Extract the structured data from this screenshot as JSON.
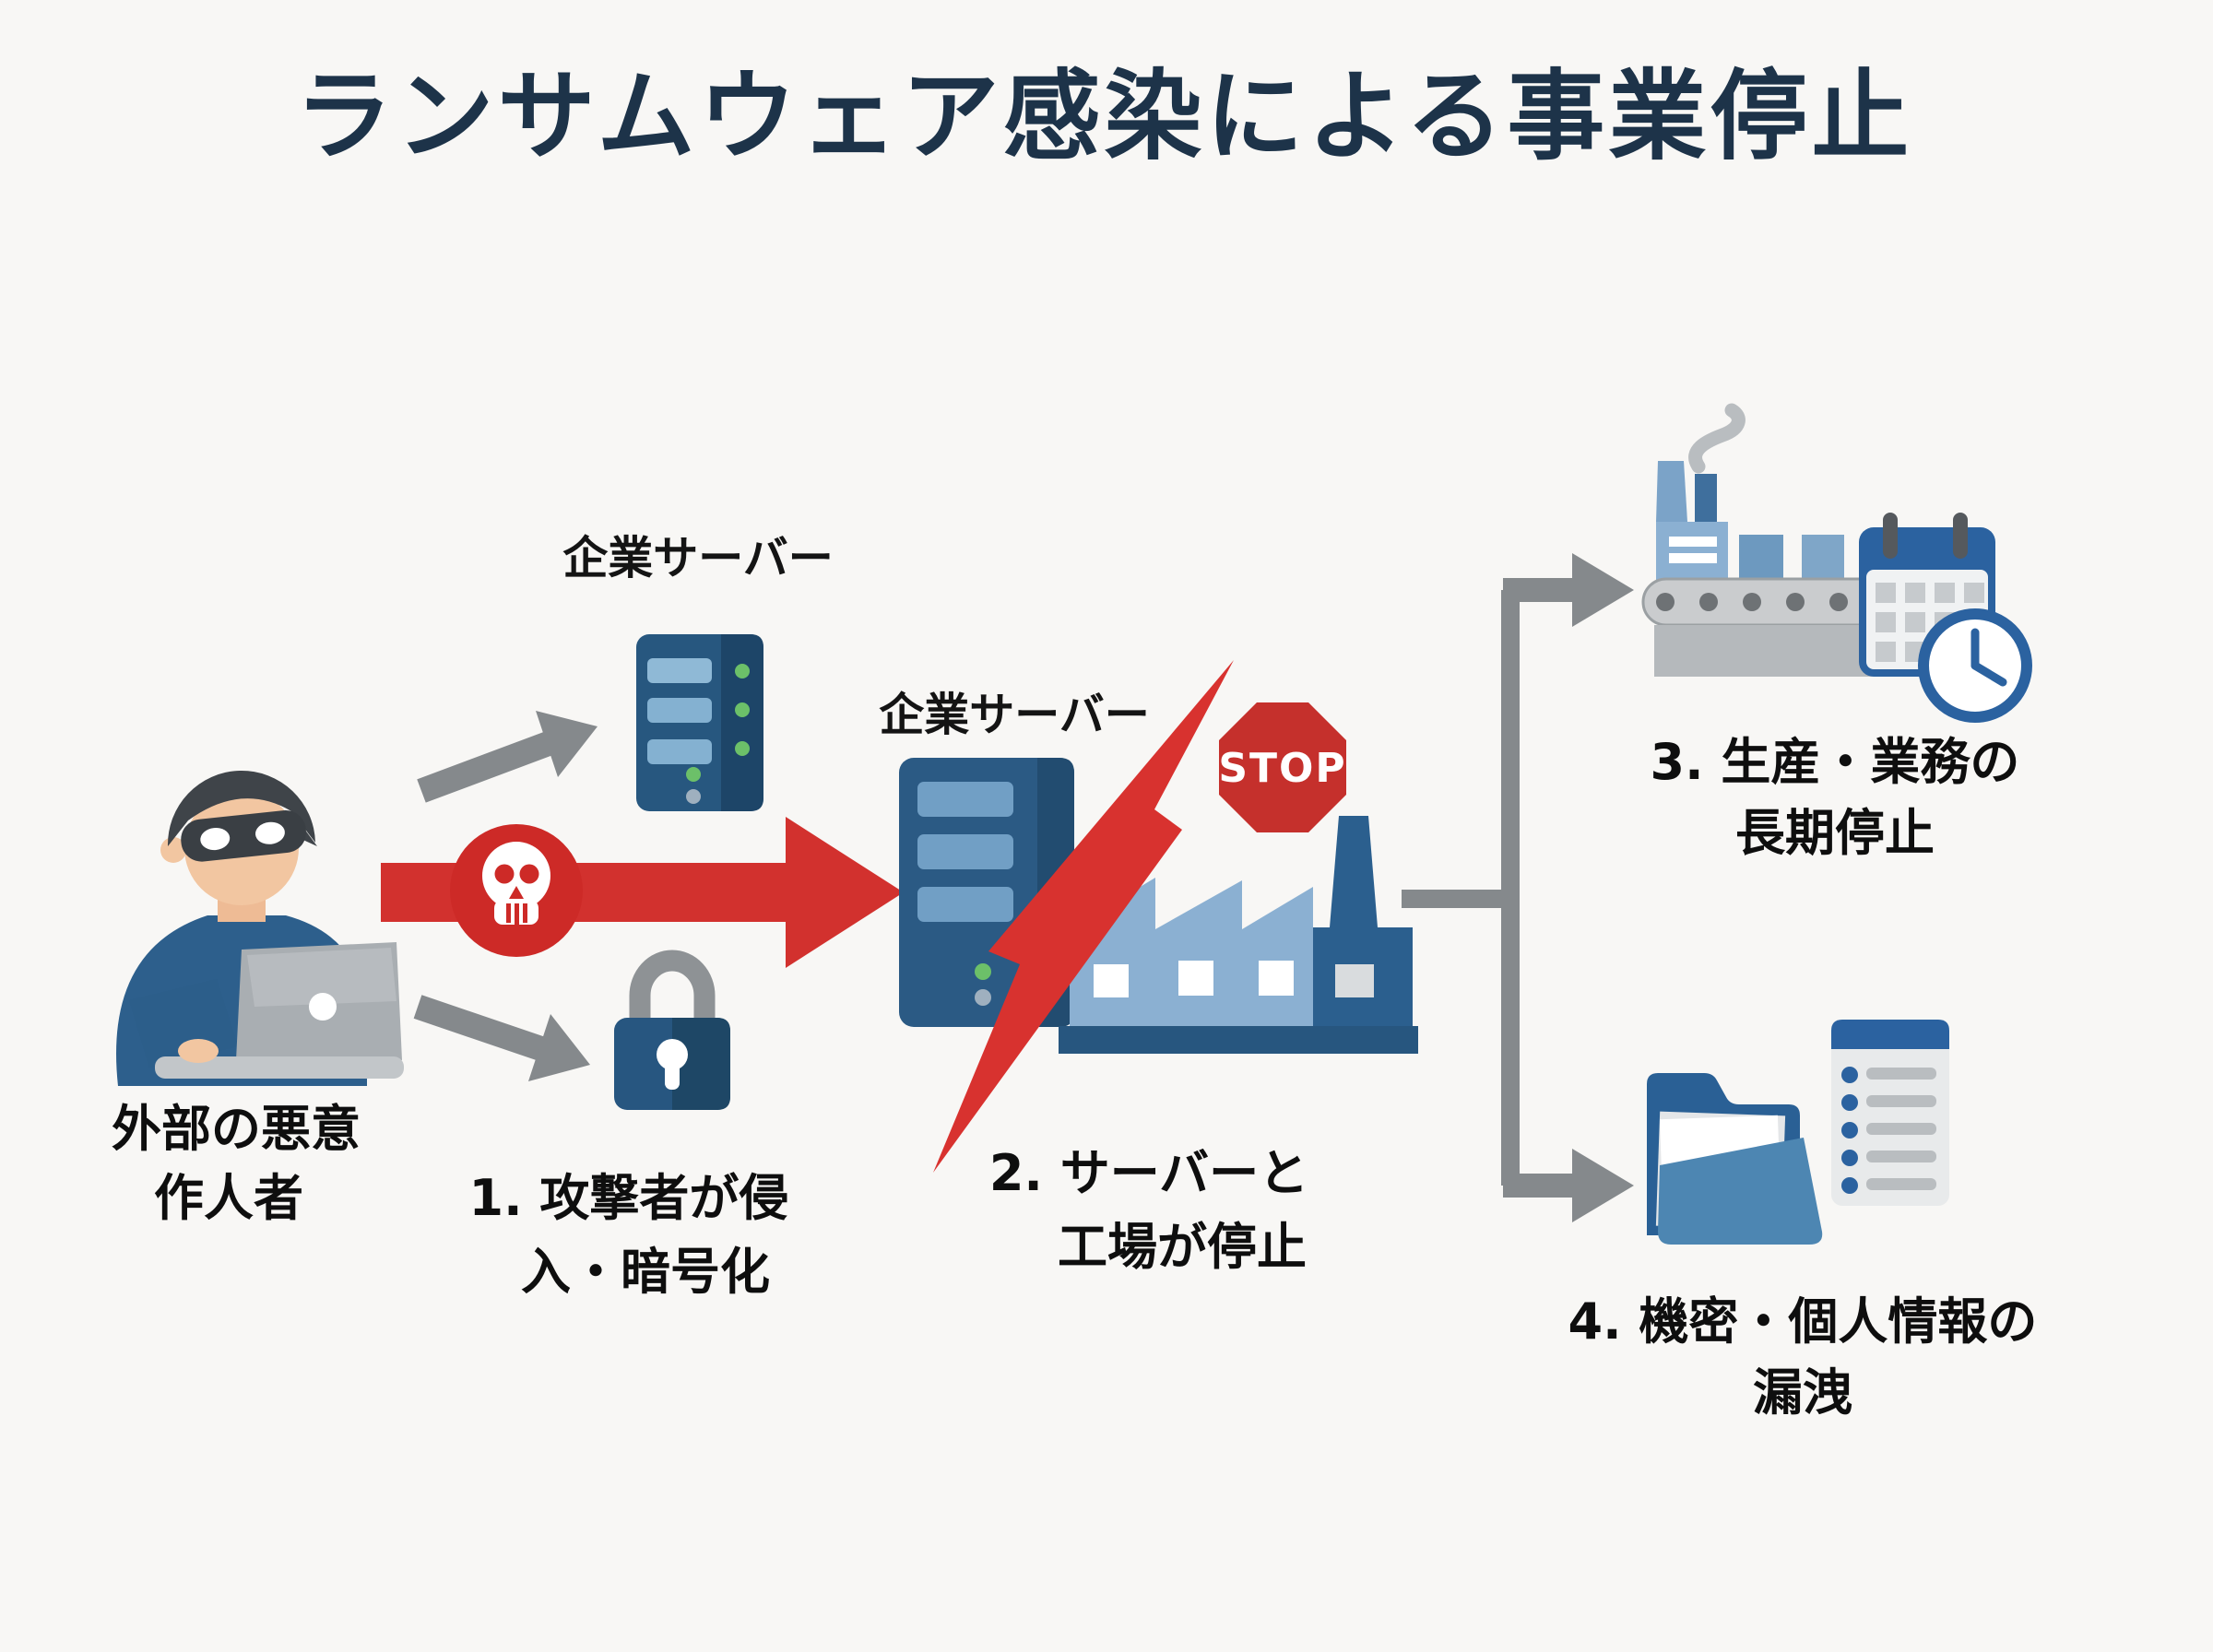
{
  "title": "ランサムウェア感染による事業停止",
  "actor": {
    "label_line1": "外部の悪意",
    "label_line2": "作人者"
  },
  "servers": {
    "server1_label": "企業サーバー",
    "server2_label": "企業サーバー"
  },
  "stop_sign": {
    "text": "STOP"
  },
  "steps": {
    "step1_line1": "1. 攻撃者が侵",
    "step1_line2": "入・暗号化",
    "step2_line1": "2. サーバーと",
    "step2_line2": "工場が停止",
    "step3_line1": "3. 生産・業務の",
    "step3_line2": "長期停止",
    "step4_line1": "4. 機密・個人情報の",
    "step4_line2": "漏洩"
  },
  "colors": {
    "background": "#f8f7f5",
    "title_navy": "#1d3349",
    "text_black": "#0e0e0e",
    "alert_red": "#d2312e",
    "stop_red": "#c5302c",
    "server_blue": "#2b5a84",
    "server_shadow_blue": "#224c70",
    "light_blue": "#8bb0d2",
    "arrow_gray": "#85898c",
    "led_green": "#6cc069",
    "icon_frame_blue": "#2b62a0"
  }
}
